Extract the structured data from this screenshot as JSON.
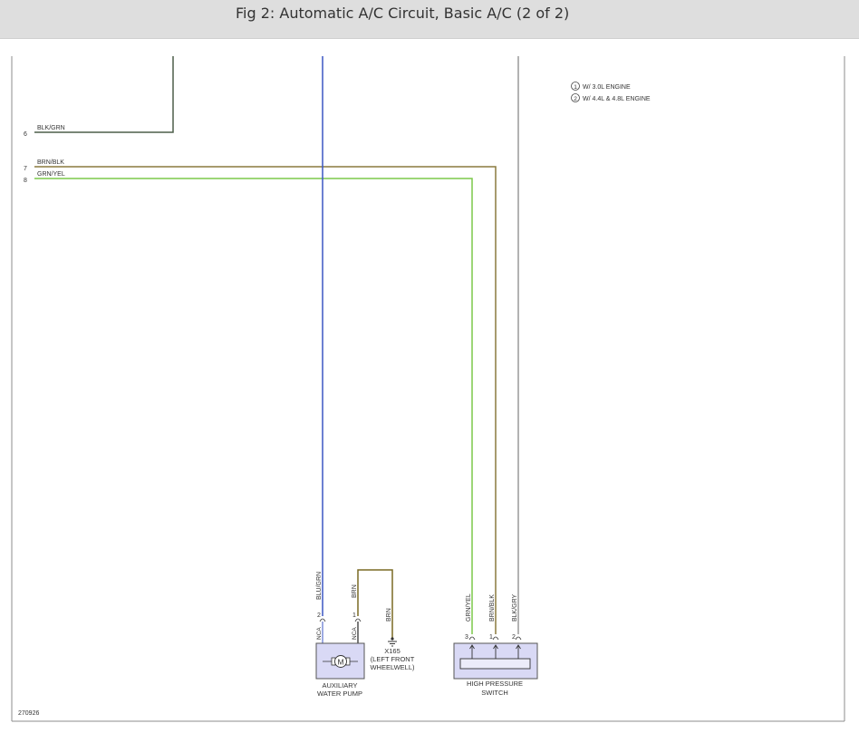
{
  "header": {
    "title": "Fig 2: Automatic A/C Circuit, Basic A/C (2 of 2)"
  },
  "legend": [
    {
      "num": "1",
      "text": "W/ 3.0L ENGINE"
    },
    {
      "num": "2",
      "text": "W/ 4.4L & 4.8L ENGINE"
    }
  ],
  "left_wires": [
    {
      "pin": "6",
      "label": "BLK/GRN"
    },
    {
      "pin": "7",
      "label": "BRN/BLK"
    },
    {
      "pin": "8",
      "label": "GRN/YEL"
    }
  ],
  "pump": {
    "wire_left": "BLU/GRN",
    "wire_right": "BRN",
    "pin_left": "2",
    "pin_right": "1",
    "nca_left": "NCA",
    "nca_right": "NCA",
    "motor_symbol": "M",
    "name_line1": "AUXILIARY",
    "name_line2": "WATER PUMP"
  },
  "ground": {
    "wire": "BRN",
    "id": "X165",
    "line1": "(LEFT FRONT",
    "line2": "WHEELWELL)"
  },
  "switch": {
    "wires": [
      "GRN/YEL",
      "BRN/BLK",
      "BLK/GRY"
    ],
    "pins": [
      "3",
      "1",
      "2"
    ],
    "name_line1": "HIGH PRESSURE",
    "name_line2": "SWITCH"
  },
  "footer": {
    "code": "270926"
  },
  "colors": {
    "blk_grn": "#4d5e4a",
    "blu_grn": "#3b56c4",
    "brn_blk": "#8a7a3e",
    "grn_yel": "#7cc94a",
    "blk_gry": "#9a9a9a",
    "brn": "#7a6a24",
    "component_fill": "#d9d9f5"
  }
}
